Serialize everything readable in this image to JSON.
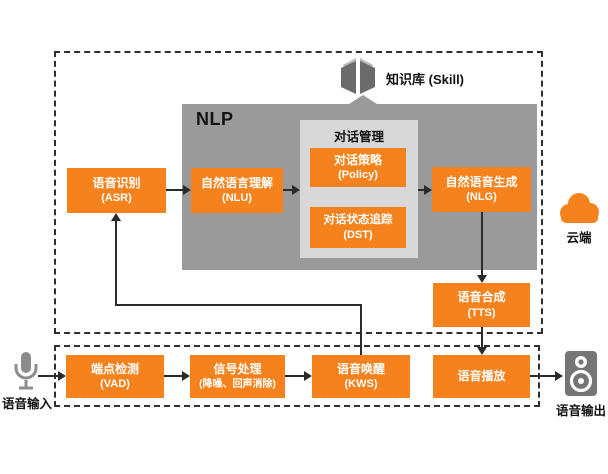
{
  "colors": {
    "accent_orange": "#f5821d",
    "nlp_gray": "#9a9a9a",
    "dialog_manager_gray": "#d8d8d8",
    "icon_dark_gray": "#757575",
    "line_black": "#2b2b2b"
  },
  "icons": {
    "knowledge": "open-book-icon",
    "cloud": "cloud-icon",
    "voice_input": "microphone-icon",
    "voice_output": "speaker-icon"
  },
  "cloud_section": {
    "knowledge_label": "知识库 (Skill)",
    "nlp_label": "NLP",
    "asr": {
      "line1": "语音识别",
      "line2": "(ASR)"
    },
    "nlu": {
      "line1": "自然语言理解",
      "line2": "(NLU)"
    },
    "dialog_manager": {
      "title": "对话管理",
      "policy": {
        "line1": "对话策略",
        "line2": "(Policy)"
      },
      "dst": {
        "line1": "对话状态追踪",
        "line2": "(DST)"
      }
    },
    "nlg": {
      "line1": "自然语音生成",
      "line2": "(NLG)"
    },
    "tts": {
      "line1": "语音合成",
      "line2": "(TTS)"
    }
  },
  "device_section": {
    "vad": {
      "line1": "端点检测",
      "line2": "(VAD)"
    },
    "signal": {
      "line1": "信号处理",
      "line2": "(降噪、回声消除)"
    },
    "kws": {
      "line1": "语音唤醒",
      "line2": "(KWS)"
    },
    "play": {
      "line1": "语音播放"
    }
  },
  "labels": {
    "voice_input": "语音输入",
    "voice_output": "语音输出",
    "cloud": "云端"
  }
}
